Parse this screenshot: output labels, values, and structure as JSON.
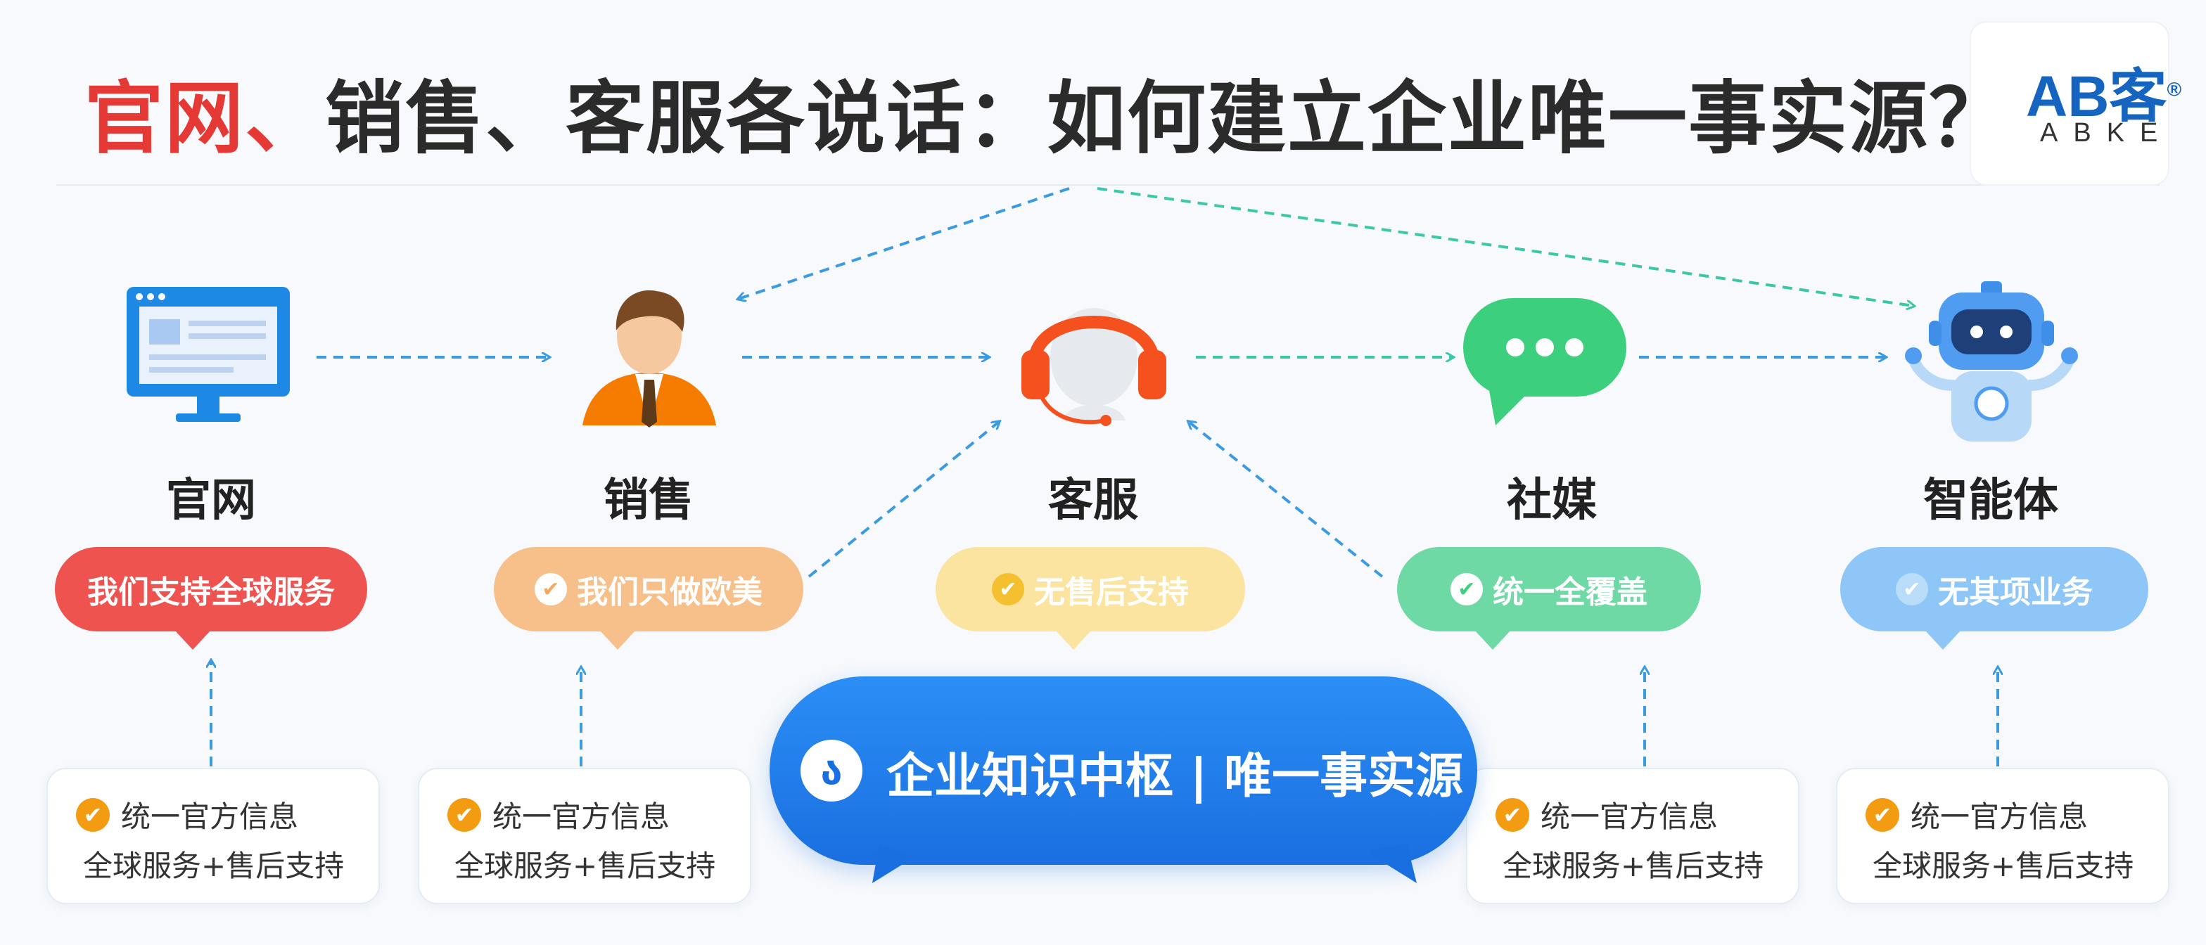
{
  "header": {
    "title_red": "官网、",
    "title_rest": "销售、客服各说话：如何建立企业唯一事实源？",
    "logo_mark": "AB客",
    "logo_reg": "®",
    "logo_sub": "ABKE"
  },
  "nodes": [
    {
      "label": "官网",
      "bubble": "我们支持全球服务",
      "icon": "monitor-icon"
    },
    {
      "label": "销售",
      "bubble": "我们只做欧美",
      "icon": "salesperson-icon"
    },
    {
      "label": "客服",
      "bubble": "无售后支持",
      "icon": "headset-icon"
    },
    {
      "label": "社媒",
      "bubble": "统一全覆盖",
      "icon": "chat-bubble-icon"
    },
    {
      "label": "智能体",
      "bubble": "无其项业务",
      "icon": "robot-icon"
    }
  ],
  "cards": [
    {
      "line1": "统一官方信息",
      "line2": "全球服务+售后支持"
    },
    {
      "line1": "统一官方信息",
      "line2": "全球服务+售后支持"
    },
    {
      "line1": "统一官方信息",
      "line2": "全球服务+售后支持"
    },
    {
      "line1": "统一官方信息",
      "line2": "全球服务+售后支持"
    }
  ],
  "hub": {
    "text": "企业知识中枢 | 唯一事实源"
  },
  "colors": {
    "title_red": "#e53935",
    "bubble_1": "#ef5350",
    "bubble_2": "#f7c08a",
    "bubble_3": "#fbe3a0",
    "bubble_4": "#6fd9a6",
    "bubble_5": "#8ec7f7",
    "hub_blue": "#1a6fe0",
    "check_orange": "#f39c12",
    "arrow_blue": "#3b9be0"
  }
}
